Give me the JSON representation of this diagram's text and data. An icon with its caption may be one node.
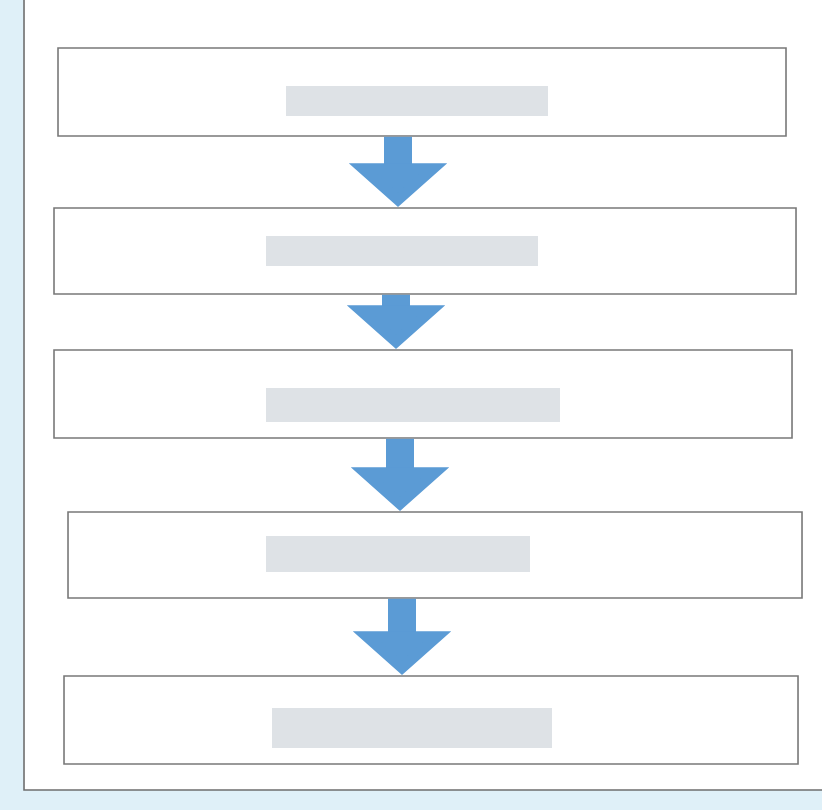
{
  "diagram": {
    "nodes": [
      {
        "text": [],
        "shape": "box"
      },
      {
        "text": [],
        "shape": "box"
      },
      {
        "text": [],
        "shape": "box"
      },
      {
        "text": [],
        "shape": "box"
      },
      {
        "text": [],
        "shape": "box"
      }
    ],
    "edges": [
      {
        "from": 0,
        "to": 1,
        "arrow": "to"
      },
      {
        "from": 1,
        "to": 2,
        "arrow": "to"
      },
      {
        "from": 2,
        "to": 3,
        "arrow": "to"
      },
      {
        "from": 3,
        "to": 4,
        "arrow": "to"
      }
    ]
  }
}
